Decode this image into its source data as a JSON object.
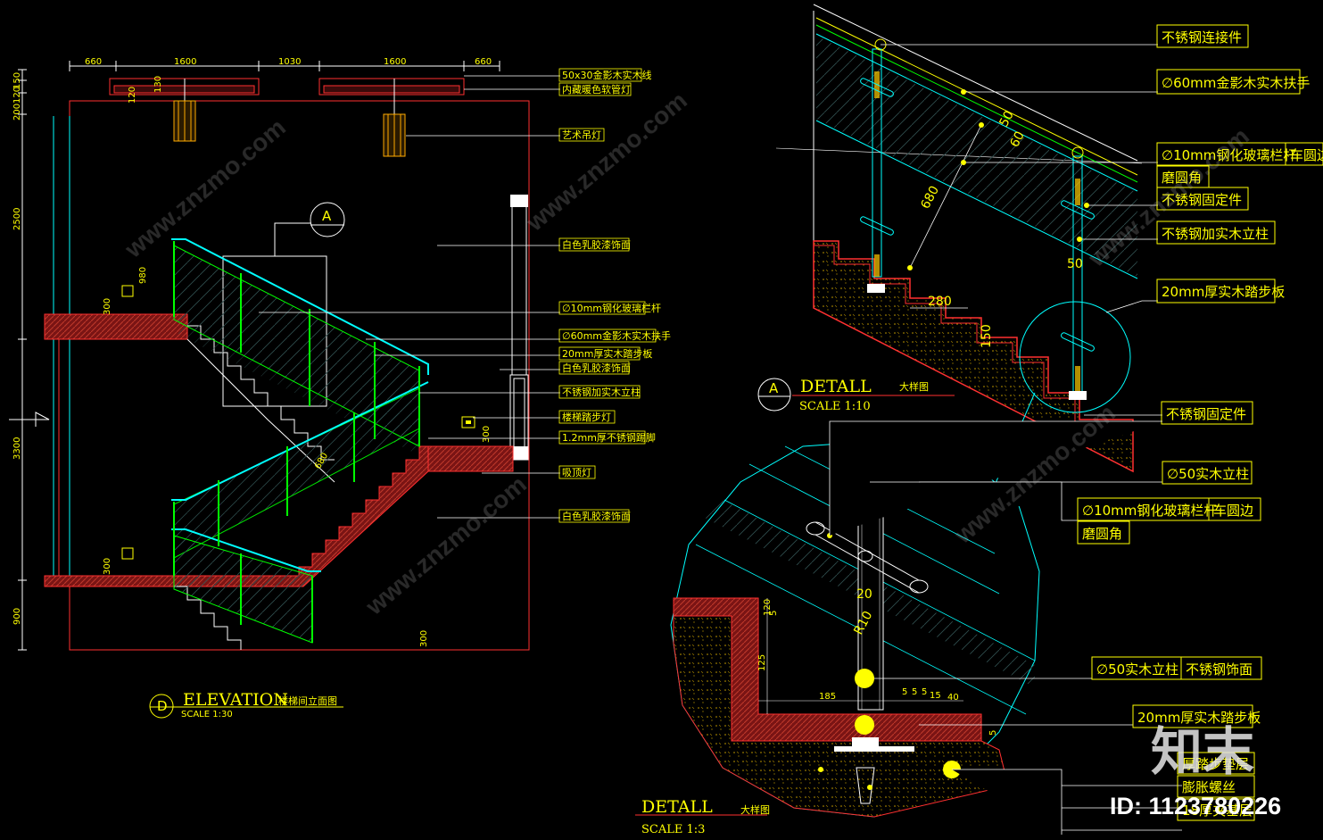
{
  "elevation": {
    "top_dims": [
      "660",
      "1600",
      "1030",
      "1600",
      "660"
    ],
    "left_dims": [
      "150",
      "120",
      "200",
      "2500",
      "3300",
      "900"
    ],
    "inner_dims": [
      "120",
      "130",
      "980",
      "300",
      "300",
      "680",
      "300",
      "300"
    ],
    "section_marker": "A",
    "labels": [
      "50x30金影木实木线",
      "内藏暖色软管灯",
      "艺术吊灯",
      "白色乳胶漆饰面",
      "∅10mm钢化玻璃栏杆",
      "∅60mm金影木实木扶手",
      "20mm厚实木踏步板",
      "白色乳胶漆饰面",
      "不锈钢加实木立柱",
      "楼梯踏步灯",
      "1.2mm厚不锈钢踢脚",
      "吸顶灯",
      "白色乳胶漆饰面"
    ],
    "title_marker": "D",
    "title": "ELEVATION",
    "title_cn": "楼梯间立面图",
    "scale": "SCALE   1:30"
  },
  "detail_a": {
    "labels": [
      "不锈钢连接件",
      "∅60mm金影木实木扶手",
      "∅10mm钢化玻璃栏杆",
      "车圆边",
      "磨圆角",
      "不锈钢固定件",
      "不锈钢加实木立柱",
      "20mm厚实木踏步板",
      "不锈钢固定件"
    ],
    "dims": [
      "50",
      "60",
      "680",
      "50",
      "280",
      "150"
    ],
    "marker": "A",
    "title": "DETALL",
    "title_cn": "大样图",
    "scale": "SCALE  1:10"
  },
  "detail_b": {
    "labels": [
      "∅50实木立柱",
      "∅10mm钢化玻璃栏杆",
      "车圆边",
      "磨圆角",
      "∅50实木立柱",
      "不锈钢饰面",
      "20mm厚实木踏步板",
      "厚踏步垫层",
      "膨胀螺丝",
      "18厚夹基层"
    ],
    "dims": [
      "20",
      "R10",
      "120",
      "5",
      "125",
      "185",
      "5",
      "5",
      "5",
      "15",
      "40",
      "5"
    ],
    "title": "DETALL",
    "title_cn": "大样图",
    "scale": "SCALE  1:3"
  },
  "watermark": {
    "text": "www.znzmo.com",
    "brand": "知末",
    "id": "ID: 1123780226"
  },
  "colors": {
    "background": "#000000",
    "annotation": "#ffff00",
    "outline": "#ffffff",
    "cyan": "#00ffff",
    "red": "#ff0000",
    "green": "#00ff00",
    "section_fill": "#8b1a1a"
  }
}
